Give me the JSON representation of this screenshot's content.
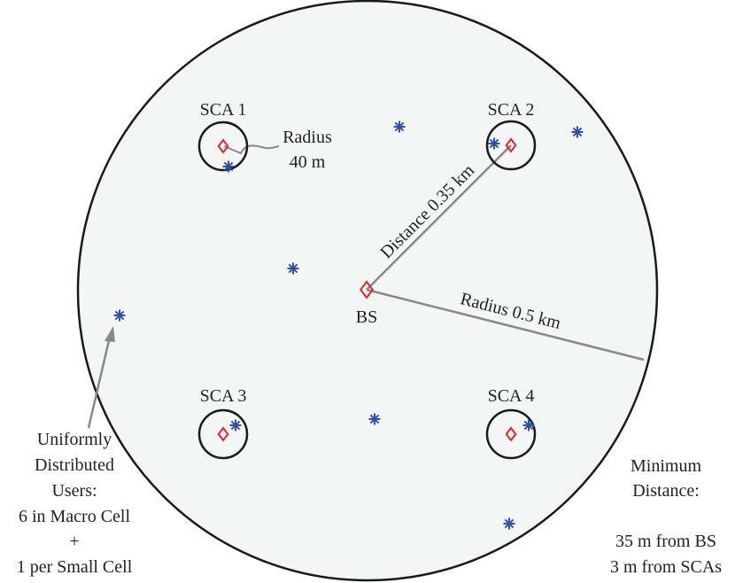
{
  "labels": {
    "sca1": "SCA 1",
    "sca2": "SCA 2",
    "sca3": "SCA 3",
    "sca4": "SCA 4",
    "bs": "BS",
    "small_radius_line1": "Radius",
    "small_radius_line2": "40 m",
    "distance": "Distance 0.35 km",
    "macro_radius": "Radius 0.5 km",
    "users_note": [
      "Uniformly",
      "Distributed",
      "Users:",
      "6 in Macro Cell",
      "+",
      "1 per Small Cell"
    ],
    "min_dist_note": [
      "Minimum",
      "Distance:",
      "",
      "35 m from BS",
      "3 m from SCAs"
    ]
  },
  "colors": {
    "cell_fill": "#f4f6f6",
    "cell_stroke": "#1a1a1a",
    "station": "#e8232a",
    "user": "#2f4fa8",
    "line": "#888888"
  },
  "icons": {
    "station": "diamond-icon",
    "user": "asterisk-icon"
  }
}
